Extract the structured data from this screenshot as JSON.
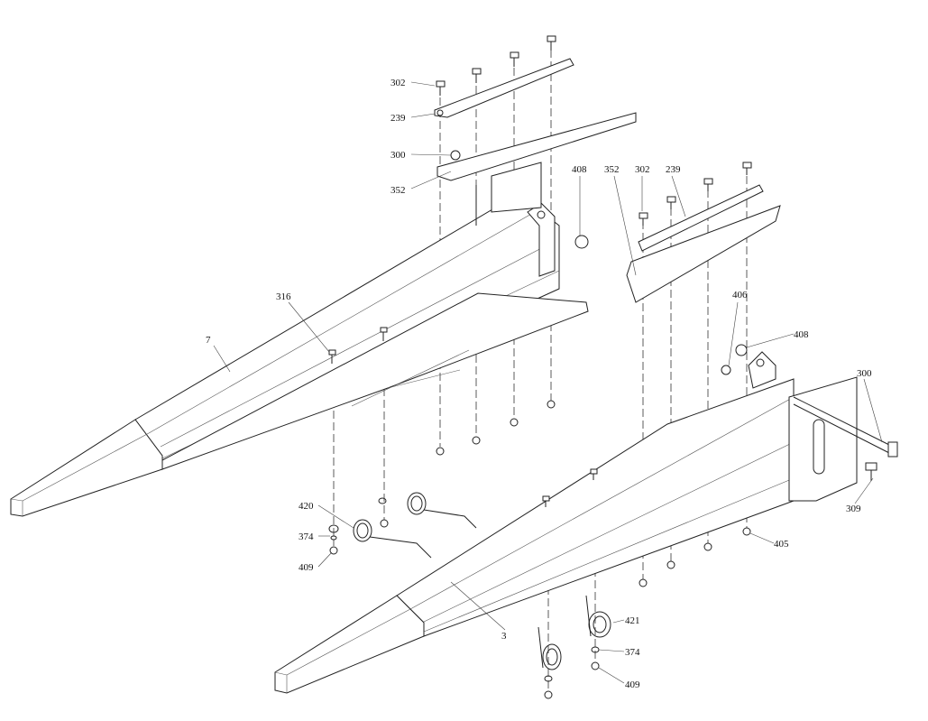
{
  "diagram": {
    "title": "Exploded view of arm assembly",
    "labels": {
      "l302a": "302",
      "l239a": "239",
      "l300a": "300",
      "l352a": "352",
      "l408a": "408",
      "l352b": "352",
      "l302b": "302",
      "l239b": "239",
      "l316": "316",
      "l7": "7",
      "l406": "406",
      "l408b": "408",
      "l300b": "300",
      "l309": "309",
      "l420": "420",
      "l374a": "374",
      "l409a": "409",
      "l405": "405",
      "l3": "3",
      "l421": "421",
      "l374b": "374",
      "l409b": "409"
    }
  }
}
